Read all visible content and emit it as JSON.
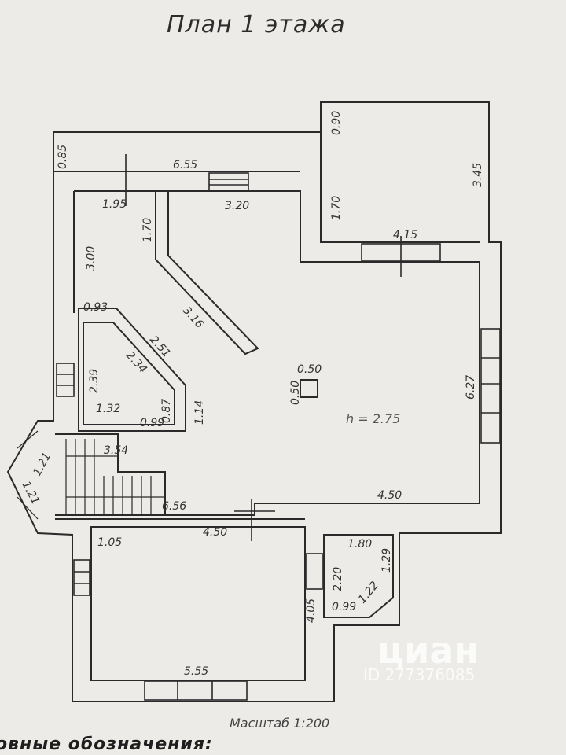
{
  "title": "План 1 этажа",
  "scale_label": "Масштаб 1:200",
  "legend_partial": "овные обозначения:",
  "height_label": "h = 2.75",
  "watermark": {
    "brand": "циан",
    "id": "ID 277376085"
  },
  "dimensions": {
    "d_085": "0.85",
    "d_655": "6.55",
    "d_090": "0.90",
    "d_345": "3.45",
    "d_195": "1.95",
    "d_320": "3.20",
    "d_170a": "1.70",
    "d_170b": "1.70",
    "d_415": "4.15",
    "d_300": "3.00",
    "d_093": "0.93",
    "d_316": "3.16",
    "d_251": "2.51",
    "d_234": "2.34",
    "d_239": "2.39",
    "d_050a": "0.50",
    "d_050b": "0.50",
    "d_627": "6.27",
    "d_132": "1.32",
    "d_087": "0.87",
    "d_099a": "0.99",
    "d_114": "1.14",
    "d_354": "3.54",
    "d_121a": "1.21",
    "d_121b": "1.21",
    "d_656": "6.56",
    "d_450a": "4.50",
    "d_450b": "4.50",
    "d_105": "1.05",
    "d_180": "1.80",
    "d_129": "1.29",
    "d_220": "2.20",
    "d_405": "4.05",
    "d_122": "1.22",
    "d_099b": "0.99",
    "d_555": "5.55"
  }
}
